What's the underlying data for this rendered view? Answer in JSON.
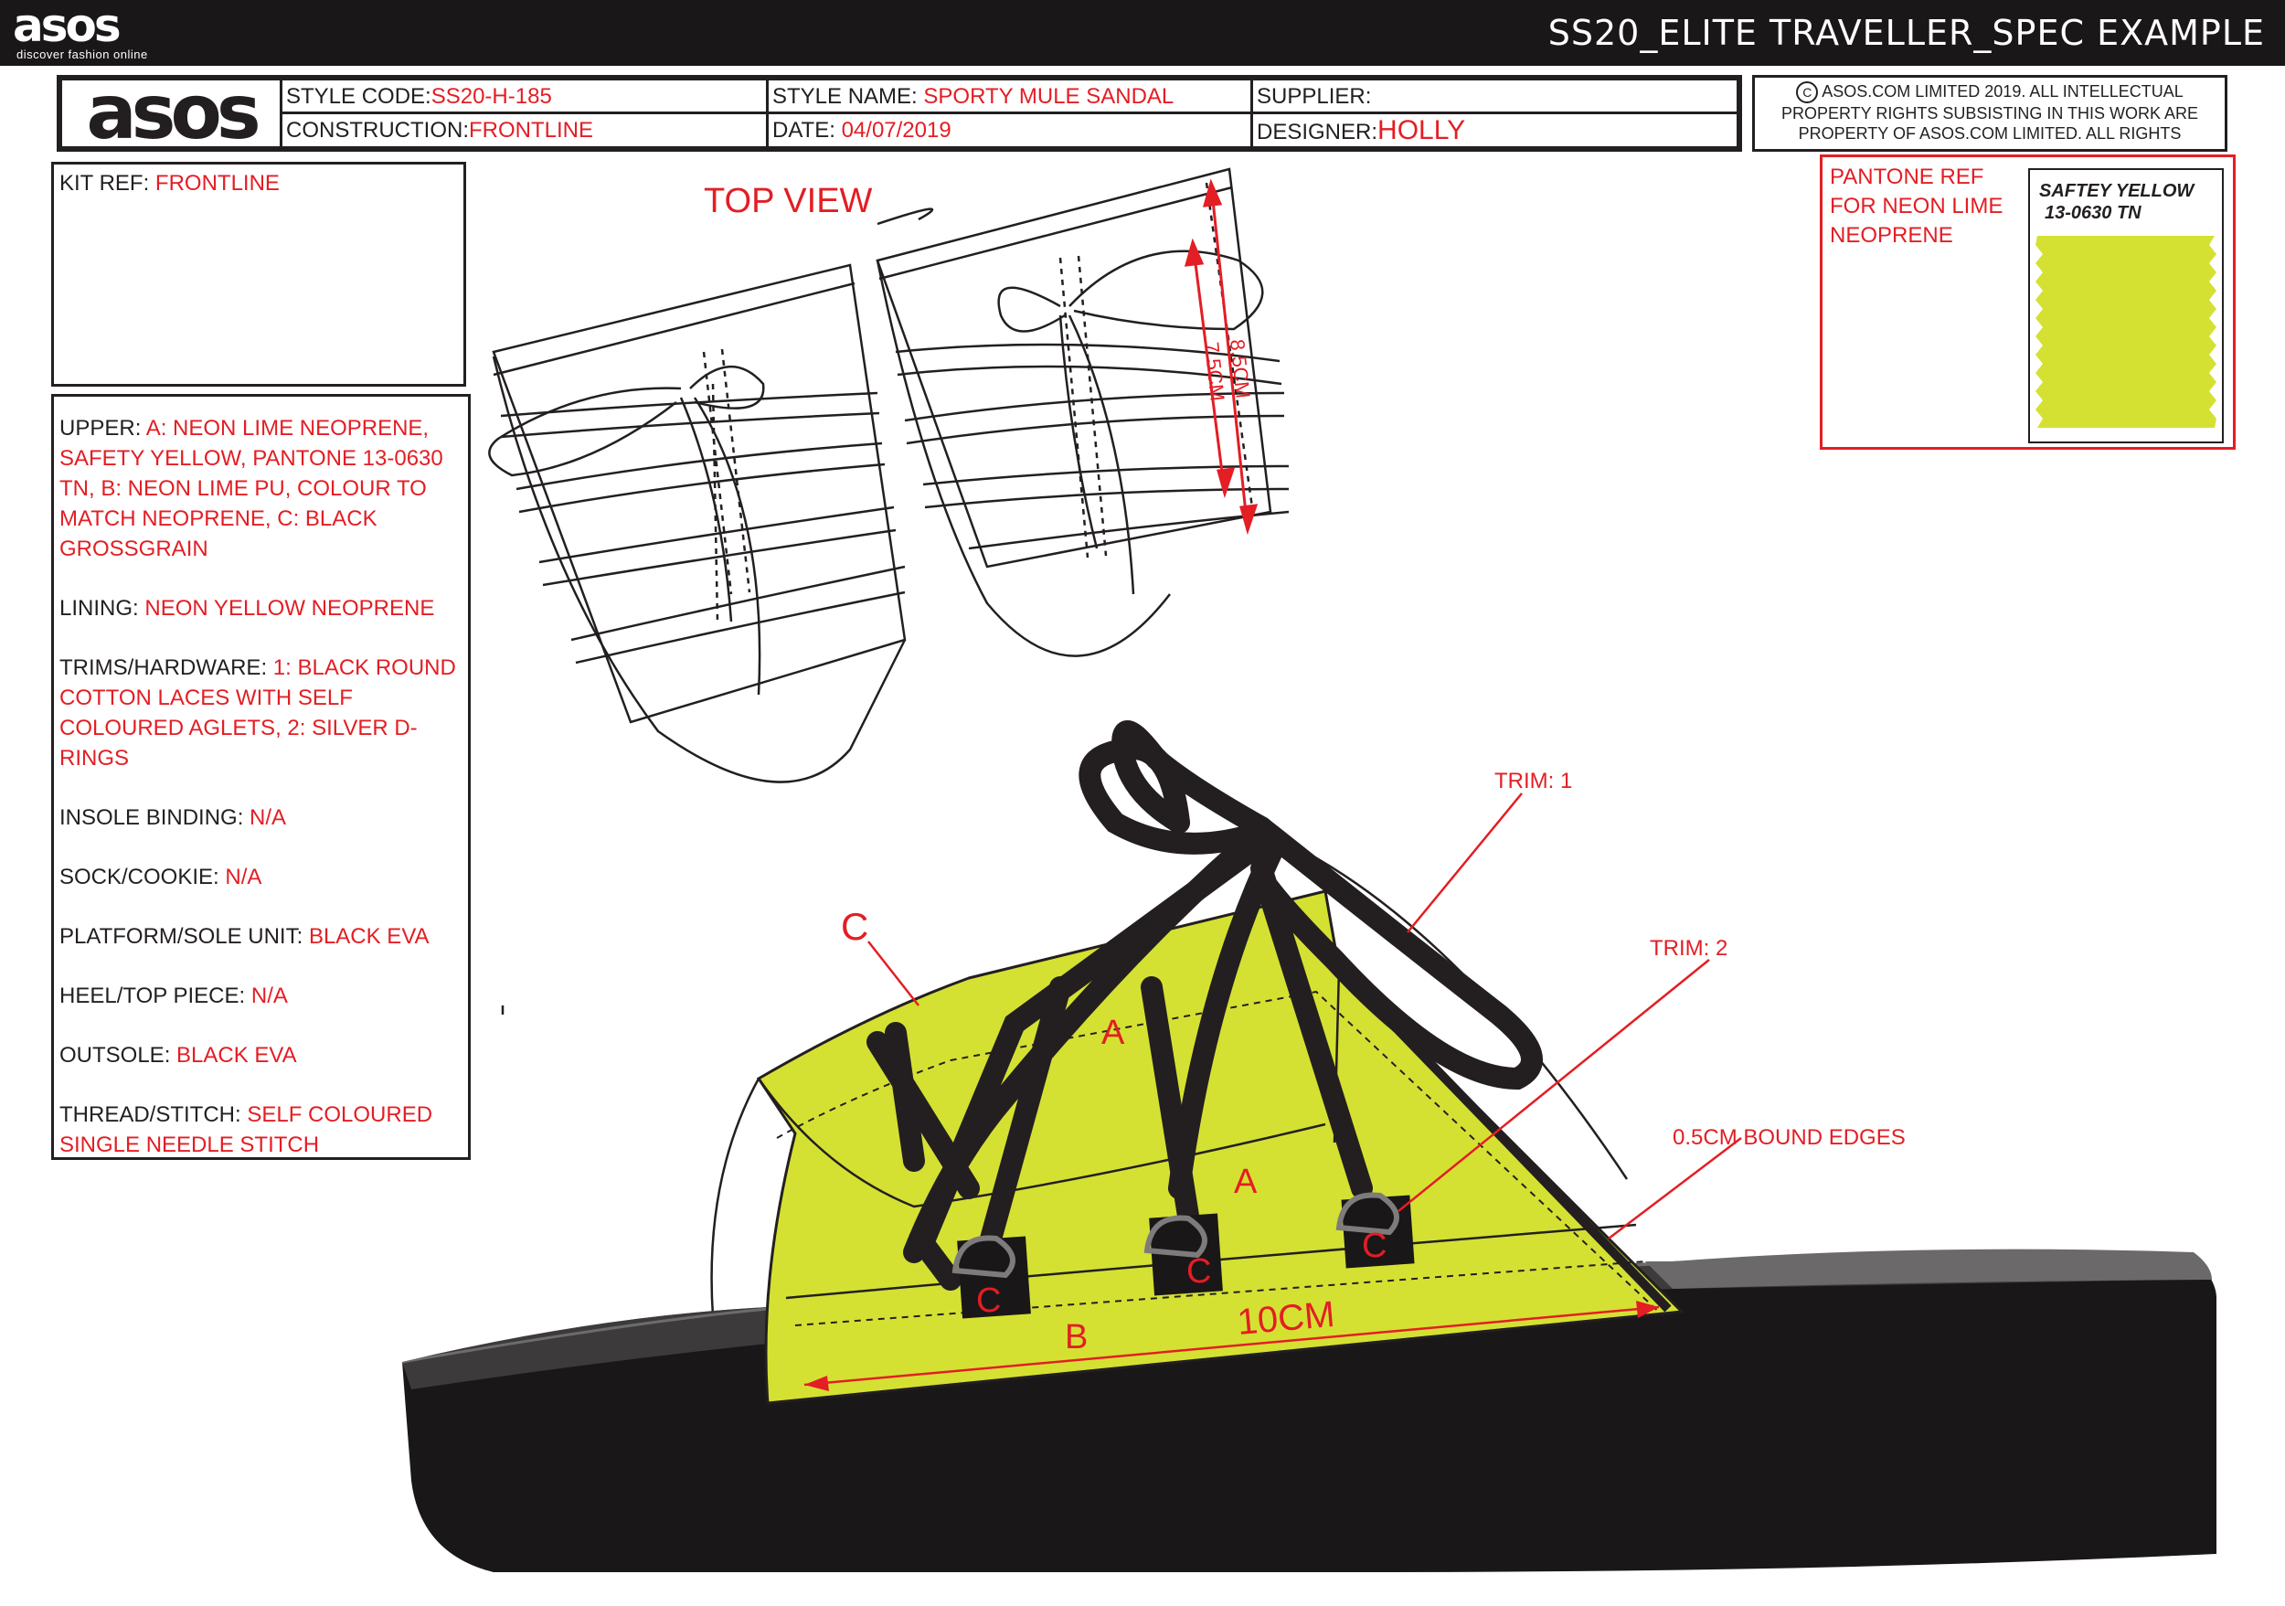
{
  "topbar": {
    "logo": "asos",
    "tagline": "discover fashion online",
    "doc_title": "SS20_ELITE TRAVELLER_SPEC EXAMPLE"
  },
  "header": {
    "logo": "asos",
    "style_code_label": "STYLE CODE:",
    "style_code": "SS20-H-185",
    "construction_label": "CONSTRUCTION:",
    "construction": "FRONTLINE",
    "style_name_label": "STYLE NAME:",
    "style_name": "SPORTY MULE SANDAL",
    "date_label": "DATE:",
    "date": "04/07/2019",
    "supplier_label": "SUPPLIER:",
    "supplier": "",
    "designer_label": "DESIGNER:",
    "designer": "HOLLY"
  },
  "copyright": {
    "symbol": "C",
    "text": "ASOS.COM LIMITED 2019. ALL INTELLECTUAL PROPERTY RIGHTS SUBSISTING IN THIS WORK ARE PROPERTY OF ASOS.COM LIMITED. ALL RIGHTS"
  },
  "kit_ref": {
    "label": "KIT REF:",
    "value": "FRONTLINE"
  },
  "spec": {
    "upper_label": "UPPER:",
    "upper_value": "A: NEON LIME NEOPRENE, SAFETY YELLOW, PANTONE 13-0630 TN, B: NEON LIME PU, COLOUR TO MATCH NEOPRENE, C: BLACK GROSSGRAIN",
    "lining_label": "LINING:",
    "lining_value": "NEON YELLOW NEOPRENE",
    "trims_label": "TRIMS/HARDWARE:",
    "trims_value": "1: BLACK ROUND COTTON LACES WITH SELF COLOURED AGLETS, 2: SILVER D-RINGS",
    "insole_label": "INSOLE BINDING:",
    "insole_value": "N/A",
    "sock_label": "SOCK/COOKIE:",
    "sock_value": "N/A",
    "platform_label": "PLATFORM/SOLE UNIT:",
    "platform_value": "BLACK EVA",
    "heel_label": "HEEL/TOP PIECE:",
    "heel_value": "N/A",
    "outsole_label": "OUTSOLE:",
    "outsole_value": "BLACK EVA",
    "thread_label": "THREAD/STITCH:",
    "thread_value": "SELF COLOURED SINGLE NEEDLE STITCH"
  },
  "pantone": {
    "label": "PANTONE REF FOR NEON LIME NEOPRENE",
    "swatch_name": "SAFTEY YELLOW",
    "swatch_code": "13-0630 TN",
    "swatch_color": "#d4e133"
  },
  "drawing": {
    "top_view_label": "TOP VIEW",
    "dim_outer": "8.5CM",
    "dim_inner": "7.5CM",
    "callout_trim1": "TRIM: 1",
    "callout_trim2": "TRIM: 2",
    "callout_bound": "0.5CM BOUND EDGES",
    "callout_c": "C",
    "letter_a": "A",
    "letter_b": "B",
    "letter_c": "C",
    "dim_length": "10CM"
  },
  "colors": {
    "accent_red": "#e31e24",
    "neon_lime": "#d4e133",
    "sole_black": "#1a1718",
    "ink": "#231f20"
  }
}
